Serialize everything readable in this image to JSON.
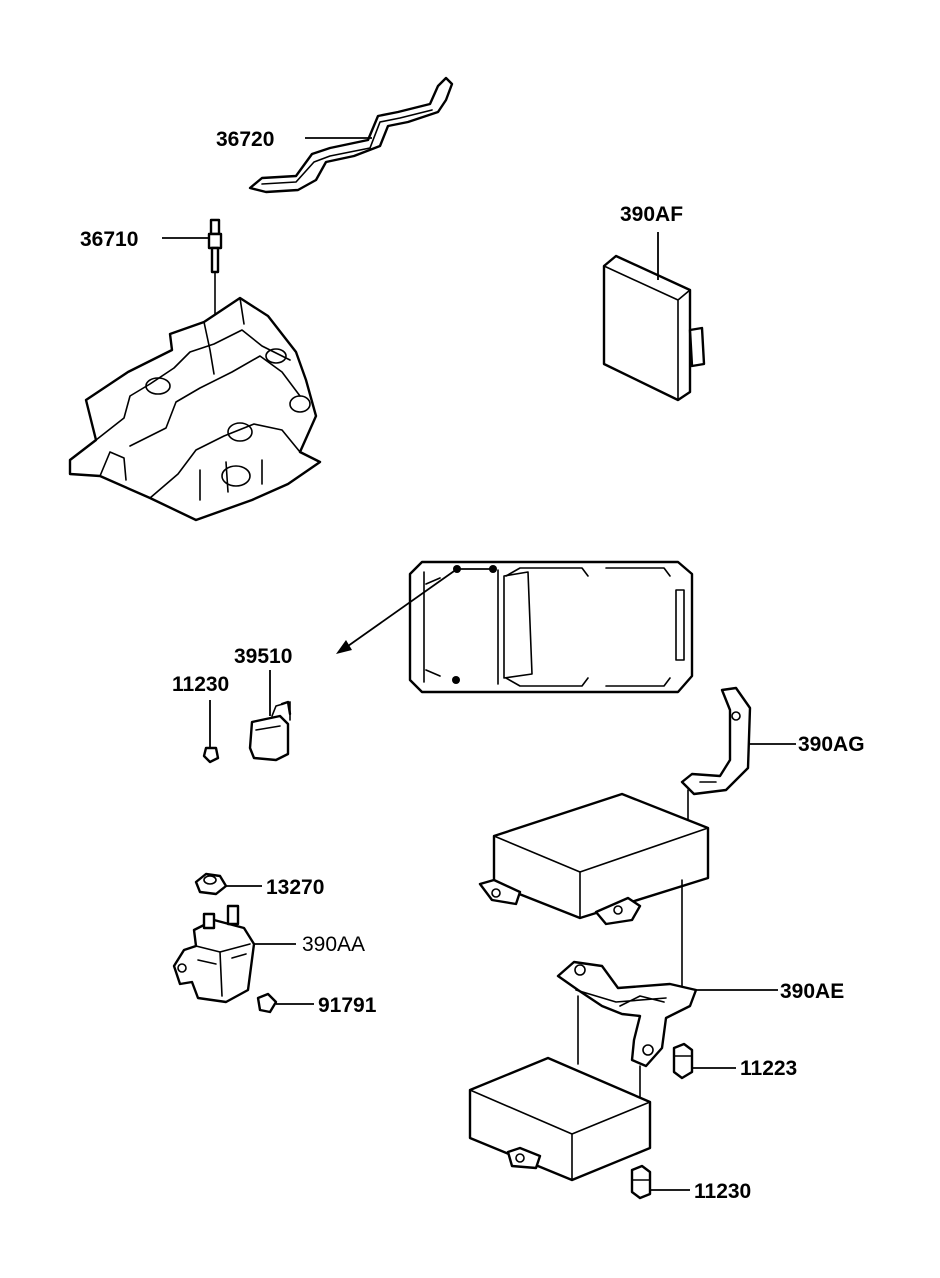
{
  "labels": {
    "p36720": "36720",
    "p36710": "36710",
    "p390AF": "390AF",
    "p39510": "39510",
    "p11230_left": "11230",
    "p390AG": "390AG",
    "p13270": "13270",
    "p390AA": "390AA",
    "p91791": "91791",
    "p390AE": "390AE",
    "p11223": "11223",
    "p11230_bottom": "11230"
  }
}
